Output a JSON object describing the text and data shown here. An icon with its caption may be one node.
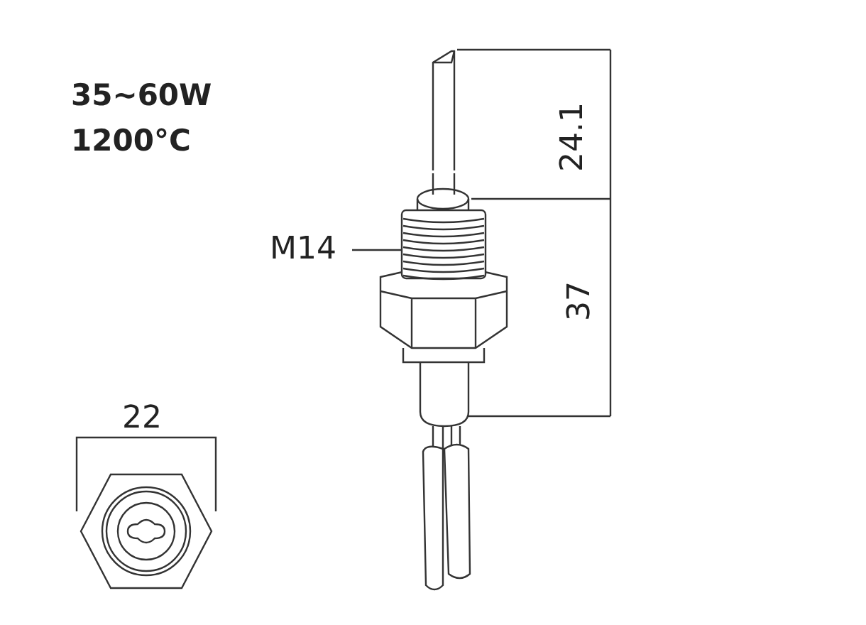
{
  "diagram": {
    "nodes": [
      {
        "text": [
          "M14"
        ]
      },
      {
        "text": [],
        "shape": "picture"
      }
    ],
    "edges": [
      {
        "from": 0,
        "to": 1,
        "arrow": "none"
      }
    ],
    "labels": [
      "35~60W",
      "1200°C",
      "24.1",
      "37",
      "22"
    ]
  }
}
